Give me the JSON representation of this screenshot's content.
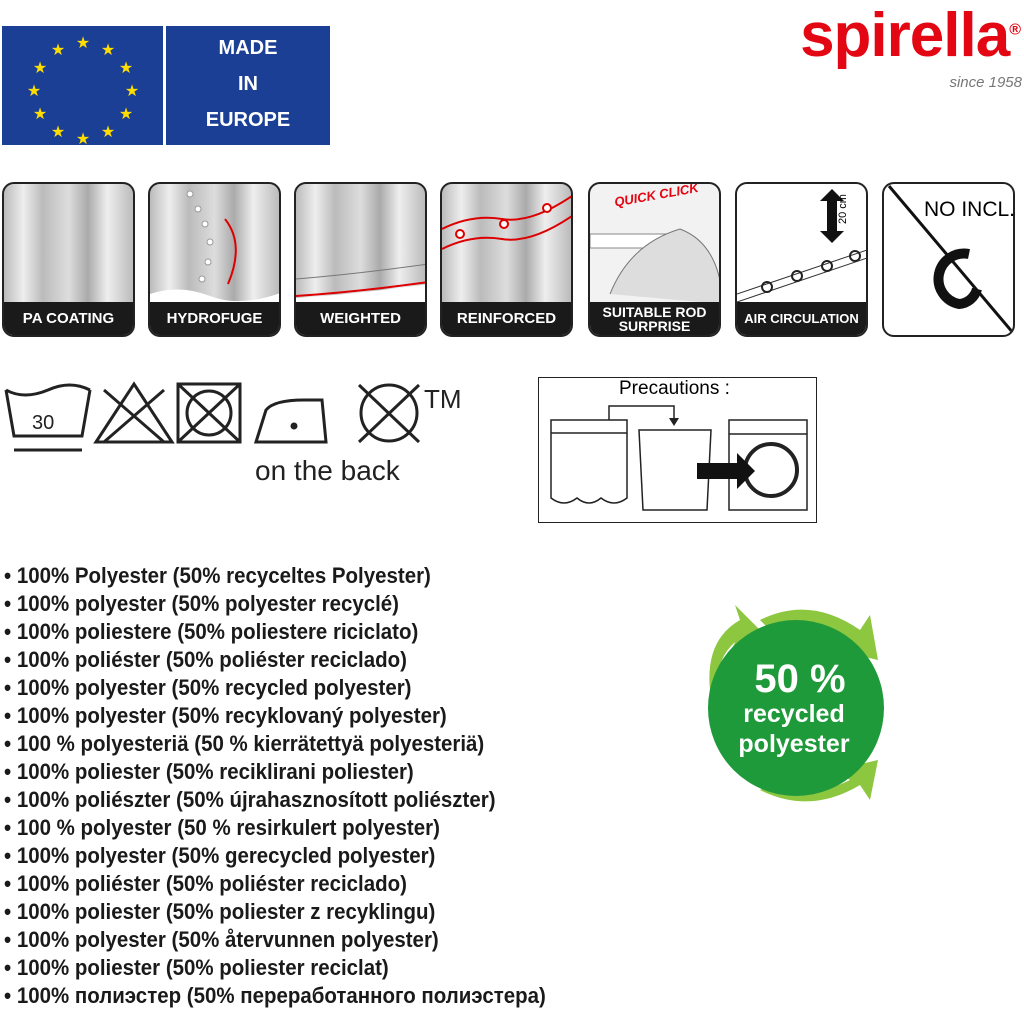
{
  "badge": {
    "made_in_europe": [
      "MADE",
      "IN",
      "EUROPE"
    ]
  },
  "brand": {
    "name": "spirella",
    "since": "since 1958"
  },
  "features": [
    {
      "label": "PA COATING"
    },
    {
      "label": "HYDROFUGE"
    },
    {
      "label": "WEIGHTED"
    },
    {
      "label": "REINFORCED"
    },
    {
      "label": "SUITABLE ROD SURPRISE",
      "overlay": "QUICK CLICK"
    },
    {
      "label": "AIR CIRCULATION",
      "overlay": "20 cm"
    },
    {
      "label": "",
      "overlay": "NO INCL."
    }
  ],
  "care": {
    "wash_temp": "30",
    "trademark": "TM",
    "note": "on the back"
  },
  "precautions": {
    "title": "Precautions :"
  },
  "materials": [
    "• 100% Polyester (50% recyceltes Polyester)",
    "• 100% polyester (50% polyester recyclé)",
    "• 100% poliestere (50% poliestere riciclato)",
    "• 100% poliéster (50% poliéster reciclado)",
    "• 100% polyester (50% recycled polyester)",
    "• 100% polyester (50% recyklovaný polyester)",
    "• 100 % polyesteriä (50 % kierrätettyä polyesteriä)",
    "• 100% poliester (50% reciklirani poliester)",
    "• 100% poliészter (50% újrahasznosított poliészter)",
    "• 100 % polyester (50 % resirkulert polyester)",
    "• 100% polyester (50% gerecycled polyester)",
    "• 100% poliéster (50% poliéster reciclado)",
    "• 100% poliester (50% poliester z recyklingu)",
    "• 100% polyester (50% återvunnen polyester)",
    "• 100% poliester (50% poliester reciclat)",
    "• 100% полиэстер (50% переработанного полиэстера)"
  ],
  "recycled_badge": {
    "percent": "50 %",
    "line1": "recycled",
    "line2": "polyester"
  },
  "colors": {
    "eu_blue": "#1b3f94",
    "brand_red": "#e30613",
    "green": "#1f9a3a",
    "light_green": "#8dc63f"
  }
}
